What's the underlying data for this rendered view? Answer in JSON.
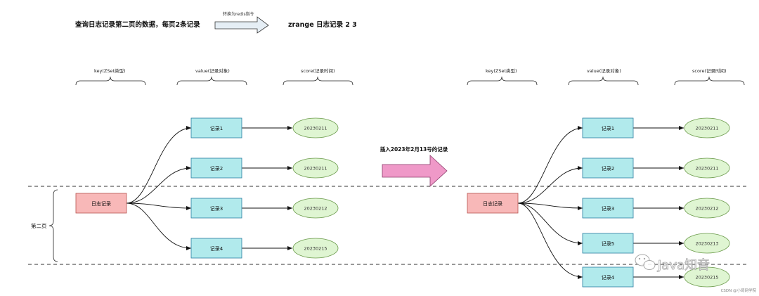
{
  "header": {
    "query_text": "查询日志记录第二页的数据，每页2条记录",
    "arrow_label": "转换为redis指令",
    "command_text": "zrange 日志记录 2 3"
  },
  "columns": {
    "key": "key(ZSet类型)",
    "value": "value(记录对象)",
    "score": "score(记录时间)"
  },
  "left_diagram": {
    "key_node": "日志记录",
    "rows": [
      {
        "record": "记录1",
        "score": "20230211"
      },
      {
        "record": "记录2",
        "score": "20230211"
      },
      {
        "record": "记录3",
        "score": "20230212"
      },
      {
        "record": "记录4",
        "score": "20230215"
      }
    ],
    "page_label": "第二页"
  },
  "middle": {
    "insert_label": "插入2023年2月13号的记录"
  },
  "right_diagram": {
    "key_node": "日志记录",
    "rows": [
      {
        "record": "记录1",
        "score": "20230211"
      },
      {
        "record": "记录2",
        "score": "20230211"
      },
      {
        "record": "记录3",
        "score": "20230212"
      },
      {
        "record": "记录5",
        "score": "20230213"
      },
      {
        "record": "记录4",
        "score": "20230215"
      }
    ]
  },
  "watermark": {
    "text": "Java知音",
    "icon": "wechat-icon"
  },
  "credit": "CSDN @小哥网学院",
  "colors": {
    "key_fill": "#f8b8b8",
    "key_stroke": "#b85450",
    "record_fill": "#b1eaec",
    "record_stroke": "#2a7ea0",
    "score_fill": "#dff5d2",
    "score_stroke": "#6a9a4a",
    "insert_arrow": "#ef99c8",
    "header_arrow": "#e5eef5"
  }
}
